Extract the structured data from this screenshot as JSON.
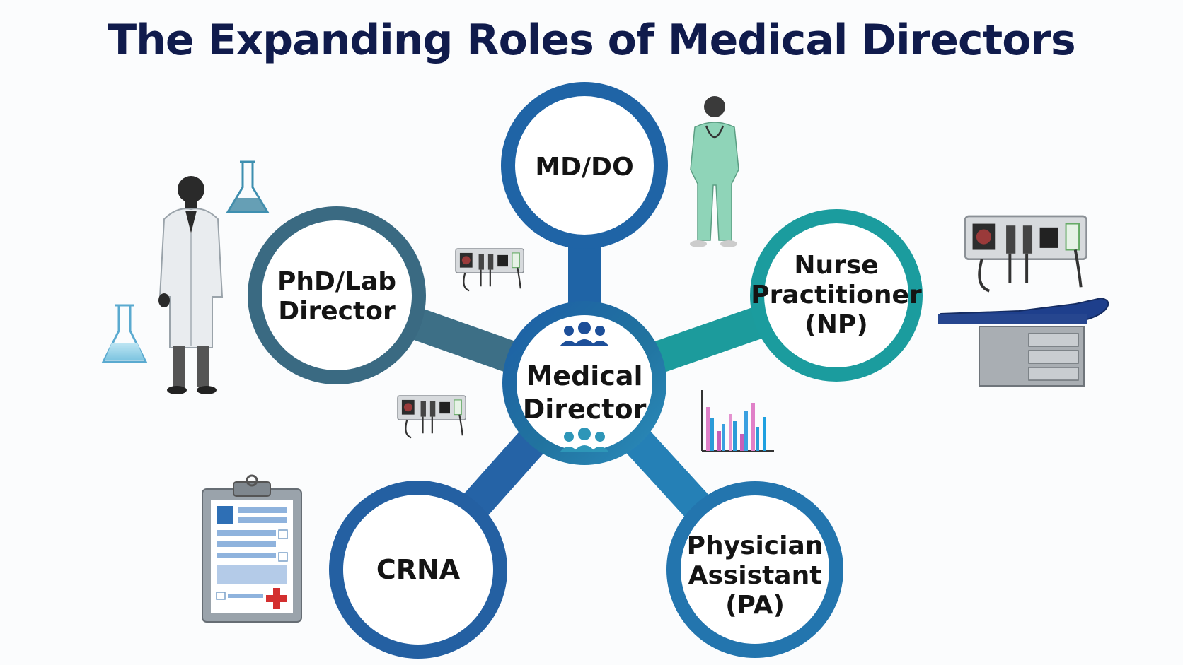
{
  "title": "The Expanding Roles of Medical Directors",
  "center": {
    "label_lines": [
      "Medical",
      "Director"
    ],
    "ring_color": "#1d5e94",
    "icon": "group-people-icon"
  },
  "roles": [
    {
      "id": "md-do",
      "label_lines": [
        "MD/DO"
      ],
      "ring_color": "#1f64a6",
      "connector_color": "#1f64a6"
    },
    {
      "id": "nurse-practitioner",
      "label_lines": [
        "Nurse",
        "Practitioner",
        "(NP)"
      ],
      "ring_color": "#1b9c9e",
      "connector_color": "#1c9b9c"
    },
    {
      "id": "physician-assistant",
      "label_lines": [
        "Physician",
        "Assistant",
        "(PA)"
      ],
      "ring_color": "#2375ae",
      "connector_color": "#2580b6"
    },
    {
      "id": "crna",
      "label_lines": [
        "CRNA"
      ],
      "ring_color": "#2460a2",
      "connector_color": "#2563a6"
    },
    {
      "id": "phd-lab-director",
      "label_lines": [
        "PhD/Lab",
        "Director"
      ],
      "ring_color": "#3a6a82",
      "connector_color": "#3d6f86"
    }
  ],
  "illustrations": [
    "lab-scientist-illustration",
    "erlenmeyer-flask-icon",
    "nurse-in-scrubs-illustration",
    "wall-diagnostic-station-icon",
    "exam-table-illustration",
    "bar-chart-icon",
    "clipboard-icon"
  ]
}
